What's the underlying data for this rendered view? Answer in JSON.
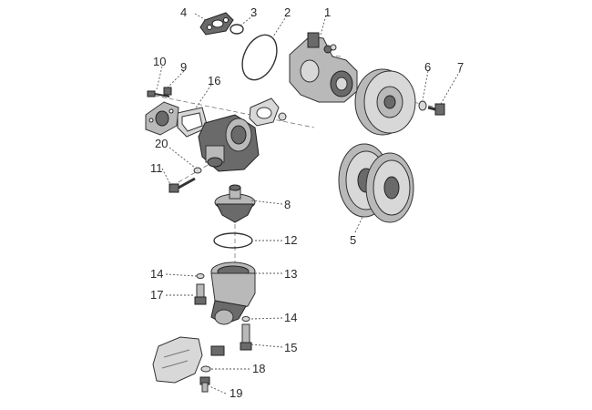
{
  "diagram": {
    "parts": [
      {
        "id": "p1",
        "label": "1"
      },
      {
        "id": "p2",
        "label": "2"
      },
      {
        "id": "p3",
        "label": "3"
      },
      {
        "id": "p4",
        "label": "4"
      },
      {
        "id": "p5",
        "label": "5"
      },
      {
        "id": "p6",
        "label": "6"
      },
      {
        "id": "p7",
        "label": "7"
      },
      {
        "id": "p8",
        "label": "8"
      },
      {
        "id": "p9",
        "label": "9"
      },
      {
        "id": "p10",
        "label": "10"
      },
      {
        "id": "p11",
        "label": "11"
      },
      {
        "id": "p12",
        "label": "12"
      },
      {
        "id": "p13",
        "label": "13"
      },
      {
        "id": "p14a",
        "label": "14"
      },
      {
        "id": "p14b",
        "label": "14"
      },
      {
        "id": "p15",
        "label": "15"
      },
      {
        "id": "p16",
        "label": "16"
      },
      {
        "id": "p17",
        "label": "17"
      },
      {
        "id": "p18",
        "label": "18"
      },
      {
        "id": "p19",
        "label": "19"
      },
      {
        "id": "p20",
        "label": "20"
      }
    ]
  }
}
